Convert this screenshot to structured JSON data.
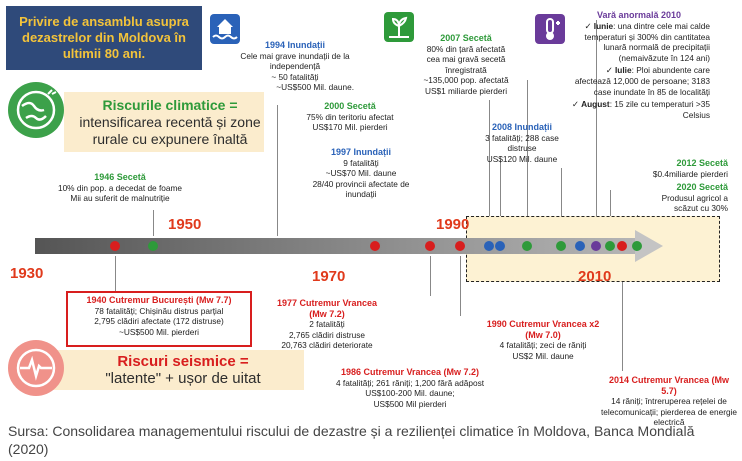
{
  "title": "Privire de ansamblu asupra dezastrelor din Moldova în ultimii 80 ani.",
  "climate_box": {
    "head": "Riscurile climatice =",
    "body": "intensificarea recentă și zone rurale cu expunere înaltă"
  },
  "seismic_box": {
    "head": "Riscuri seismice =",
    "body": "\"latente\" + ușor de uitat"
  },
  "years": {
    "y1930": "1930",
    "y1950": "1950",
    "y1970": "1970",
    "y1990": "1990",
    "y2010": "2010"
  },
  "events": {
    "e1994": {
      "title": "1994 Inundații",
      "lines": [
        "Cele mai grave inundații de la independență",
        "~ 50 fatalități",
        "~US$500 Mil. daune."
      ]
    },
    "e2007": {
      "title": "2007 Secetă",
      "lines": [
        "80% din țară afectată",
        "cea mai gravă secetă înregistrată",
        "~135,000 pop. afectată",
        "US$1 miliarde pierderi"
      ]
    },
    "e2010": {
      "title": "Vară anormală 2010",
      "iunie_label": "Iunie",
      "iunie_text": ": una dintre cele mai calde temperaturi și 300% din cantitatea lunară normală de precipitații (nemaivăzute în 124 ani)",
      "iulie_label": "Iulie",
      "iulie_text": ": Ploi abundente care afecteazâ 12,000 de persoane; 3183 case inundate în 85 de localități",
      "august_label": "August",
      "august_text": ": 15 zile cu temperaturi >35 Celsius"
    },
    "e2000": {
      "title": "2000 Secetă",
      "lines": [
        "75% din teritoriu afectat",
        "US$170 Mil. pierderi"
      ]
    },
    "e2008": {
      "title": "2008 Inundații",
      "lines": [
        "3 fatalități; 288 case distruse",
        "US$120 Mil. daune"
      ]
    },
    "e1997": {
      "title": "1997 Inundații",
      "lines": [
        "9 fatalități",
        "~US$70 Mil. daune",
        "28/40 provincii afectate de inundații"
      ]
    },
    "e1946": {
      "title": "1946 Secetă",
      "lines": [
        "10% din pop. a decedat de foame",
        "Mii au suferit de malnutriție"
      ]
    },
    "e2012": {
      "title": "2012 Secetă",
      "lines": [
        "$0.4miliarde pierderi"
      ]
    },
    "e2020": {
      "title": "2020 Secetă",
      "lines": [
        "Produsul agricol a",
        "scăzut cu 30%"
      ]
    },
    "e1940": {
      "title": "1940 Cutremur București (Mw 7.7)",
      "lines": [
        "78 fatalități; Chișinău distrus parțial",
        "2,795 clădiri afectate (172 distruse)",
        "~US$500 Mil. pierderi"
      ]
    },
    "e1977": {
      "title": "1977 Cutremur Vrancea (Mw 7.2)",
      "lines": [
        "2 fatalități",
        "2,765 clădiri distruse",
        "20,763 clădiri deteriorate"
      ]
    },
    "e1986": {
      "title": "1986 Cutremur Vrancea (Mw 7.2)",
      "lines": [
        "4 fatalități; 261 răniți; 1,200 fără adăpost",
        "US$100-200 Mil. daune;",
        "US$500 Mil pierderi"
      ]
    },
    "e1990": {
      "title": "1990 Cutremur Vrancea x2 (Mw 7.0)",
      "lines": [
        "4 fatalități; zeci de răniți",
        "US$2 Mil. daune"
      ]
    },
    "e2014": {
      "title": "2014 Cutremur Vrancea (Mw 5.7)",
      "lines": [
        "14 răniți; întreruperea rețelei de",
        "telecomunicații; pierderea de energie",
        "electrică"
      ]
    }
  },
  "caption": "Sursa: Consolidarea managementului riscului de dezastre și a rezilienței climatice în Moldova, Banca Mondială (2020)",
  "colors": {
    "navy": "#2f4a7a",
    "yellow": "#f3c33a",
    "green": "#2e9a3a",
    "blue": "#2a62b8",
    "red": "#d81e1e",
    "purple": "#6a3b9a",
    "yr": "#e03a1c"
  }
}
